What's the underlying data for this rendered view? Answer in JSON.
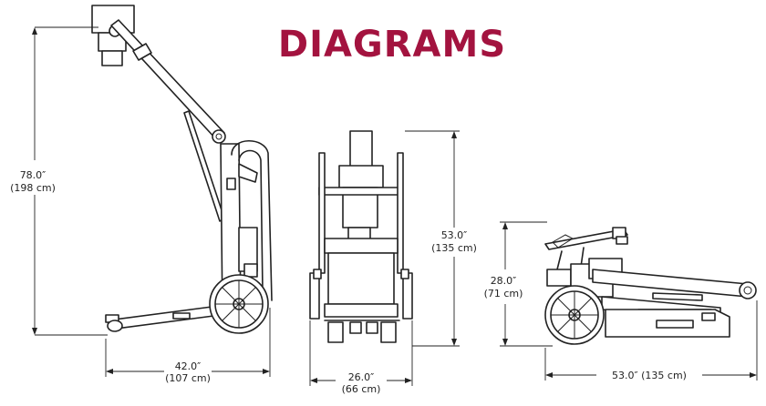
{
  "title": "DIAGRAMS",
  "colors": {
    "title": "#a3133f",
    "line": "#222222",
    "background": "#ffffff"
  },
  "dimensions": {
    "side_height": {
      "imperial": "78.0″",
      "metric": "(198 cm)"
    },
    "side_base": {
      "imperial": "42.0″",
      "metric": "(107 cm)"
    },
    "front_height": {
      "imperial": "53.0″",
      "metric": "(135 cm)"
    },
    "front_width": {
      "imperial": "26.0″",
      "metric": "(66 cm)"
    },
    "folded_height": {
      "imperial": "28.0″",
      "metric": "(71 cm)"
    },
    "folded_length": {
      "label": "53.0″ (135 cm)"
    }
  }
}
